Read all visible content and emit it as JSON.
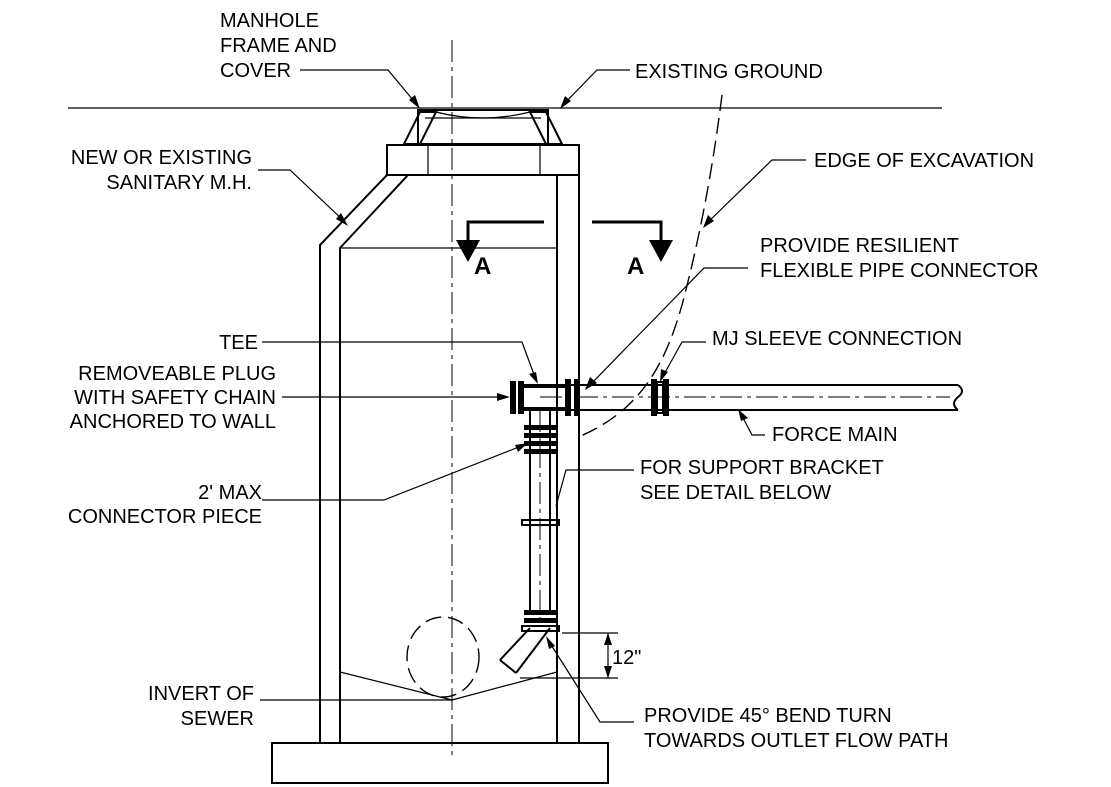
{
  "labels": {
    "manhole_frame": [
      "MANHOLE",
      "FRAME AND",
      "COVER"
    ],
    "existing_ground": "EXISTING GROUND",
    "sanitary_mh": [
      "NEW OR EXISTING",
      "SANITARY M.H."
    ],
    "edge_excavation": "EDGE OF EXCAVATION",
    "resilient_connector": [
      "PROVIDE RESILIENT",
      "FLEXIBLE PIPE CONNECTOR"
    ],
    "tee": "TEE",
    "mj_sleeve": "MJ SLEEVE CONNECTION",
    "removeable_plug": [
      "REMOVEABLE PLUG",
      "WITH SAFETY CHAIN",
      "ANCHORED TO WALL"
    ],
    "force_main": "FORCE MAIN",
    "support_bracket": [
      "FOR SUPPORT BRACKET",
      "SEE DETAIL BELOW"
    ],
    "connector_piece": [
      "2' MAX",
      "CONNECTOR PIECE"
    ],
    "dimension": "12\"",
    "invert": [
      "INVERT OF",
      "SEWER"
    ],
    "bend": [
      "PROVIDE 45° BEND TURN",
      "TOWARDS OUTLET FLOW PATH"
    ],
    "section_left": "A",
    "section_right": "A"
  }
}
